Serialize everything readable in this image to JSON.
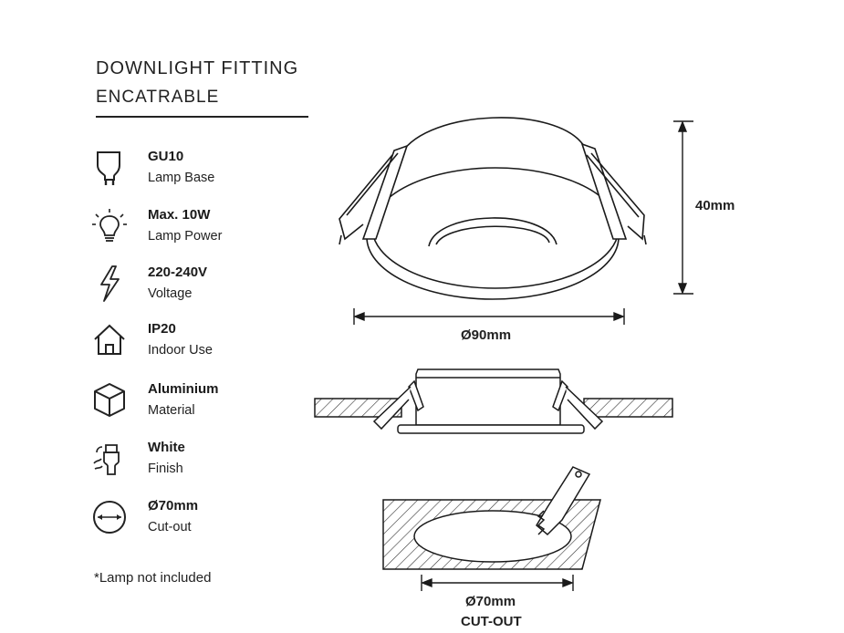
{
  "title": "DOWNLIGHT FITTING",
  "subtitle": "ENCATRABLE",
  "specs": [
    {
      "value": "GU10",
      "label": "Lamp Base",
      "icon": "gu10-bulb-icon"
    },
    {
      "value": "Max. 10W",
      "label": "Lamp Power",
      "icon": "light-bulb-icon"
    },
    {
      "value": "220-240V",
      "label": "Voltage",
      "icon": "lightning-icon"
    },
    {
      "value": "IP20",
      "label": "Indoor Use",
      "icon": "house-icon"
    },
    {
      "value": "Aluminium",
      "label": "Material",
      "icon": "cube-icon"
    },
    {
      "value": "White",
      "label": "Finish",
      "icon": "paint-spray-icon"
    },
    {
      "value": "Ø70mm",
      "label": "Cut-out",
      "icon": "cutout-circle-icon"
    }
  ],
  "note": "*Lamp not included",
  "dimensions": {
    "height": "40mm",
    "diameter": "Ø90mm",
    "cutout_diameter": "Ø70mm",
    "cutout_label": "CUT-OUT"
  },
  "colors": {
    "line": "#1a1a1a",
    "background": "#ffffff"
  }
}
